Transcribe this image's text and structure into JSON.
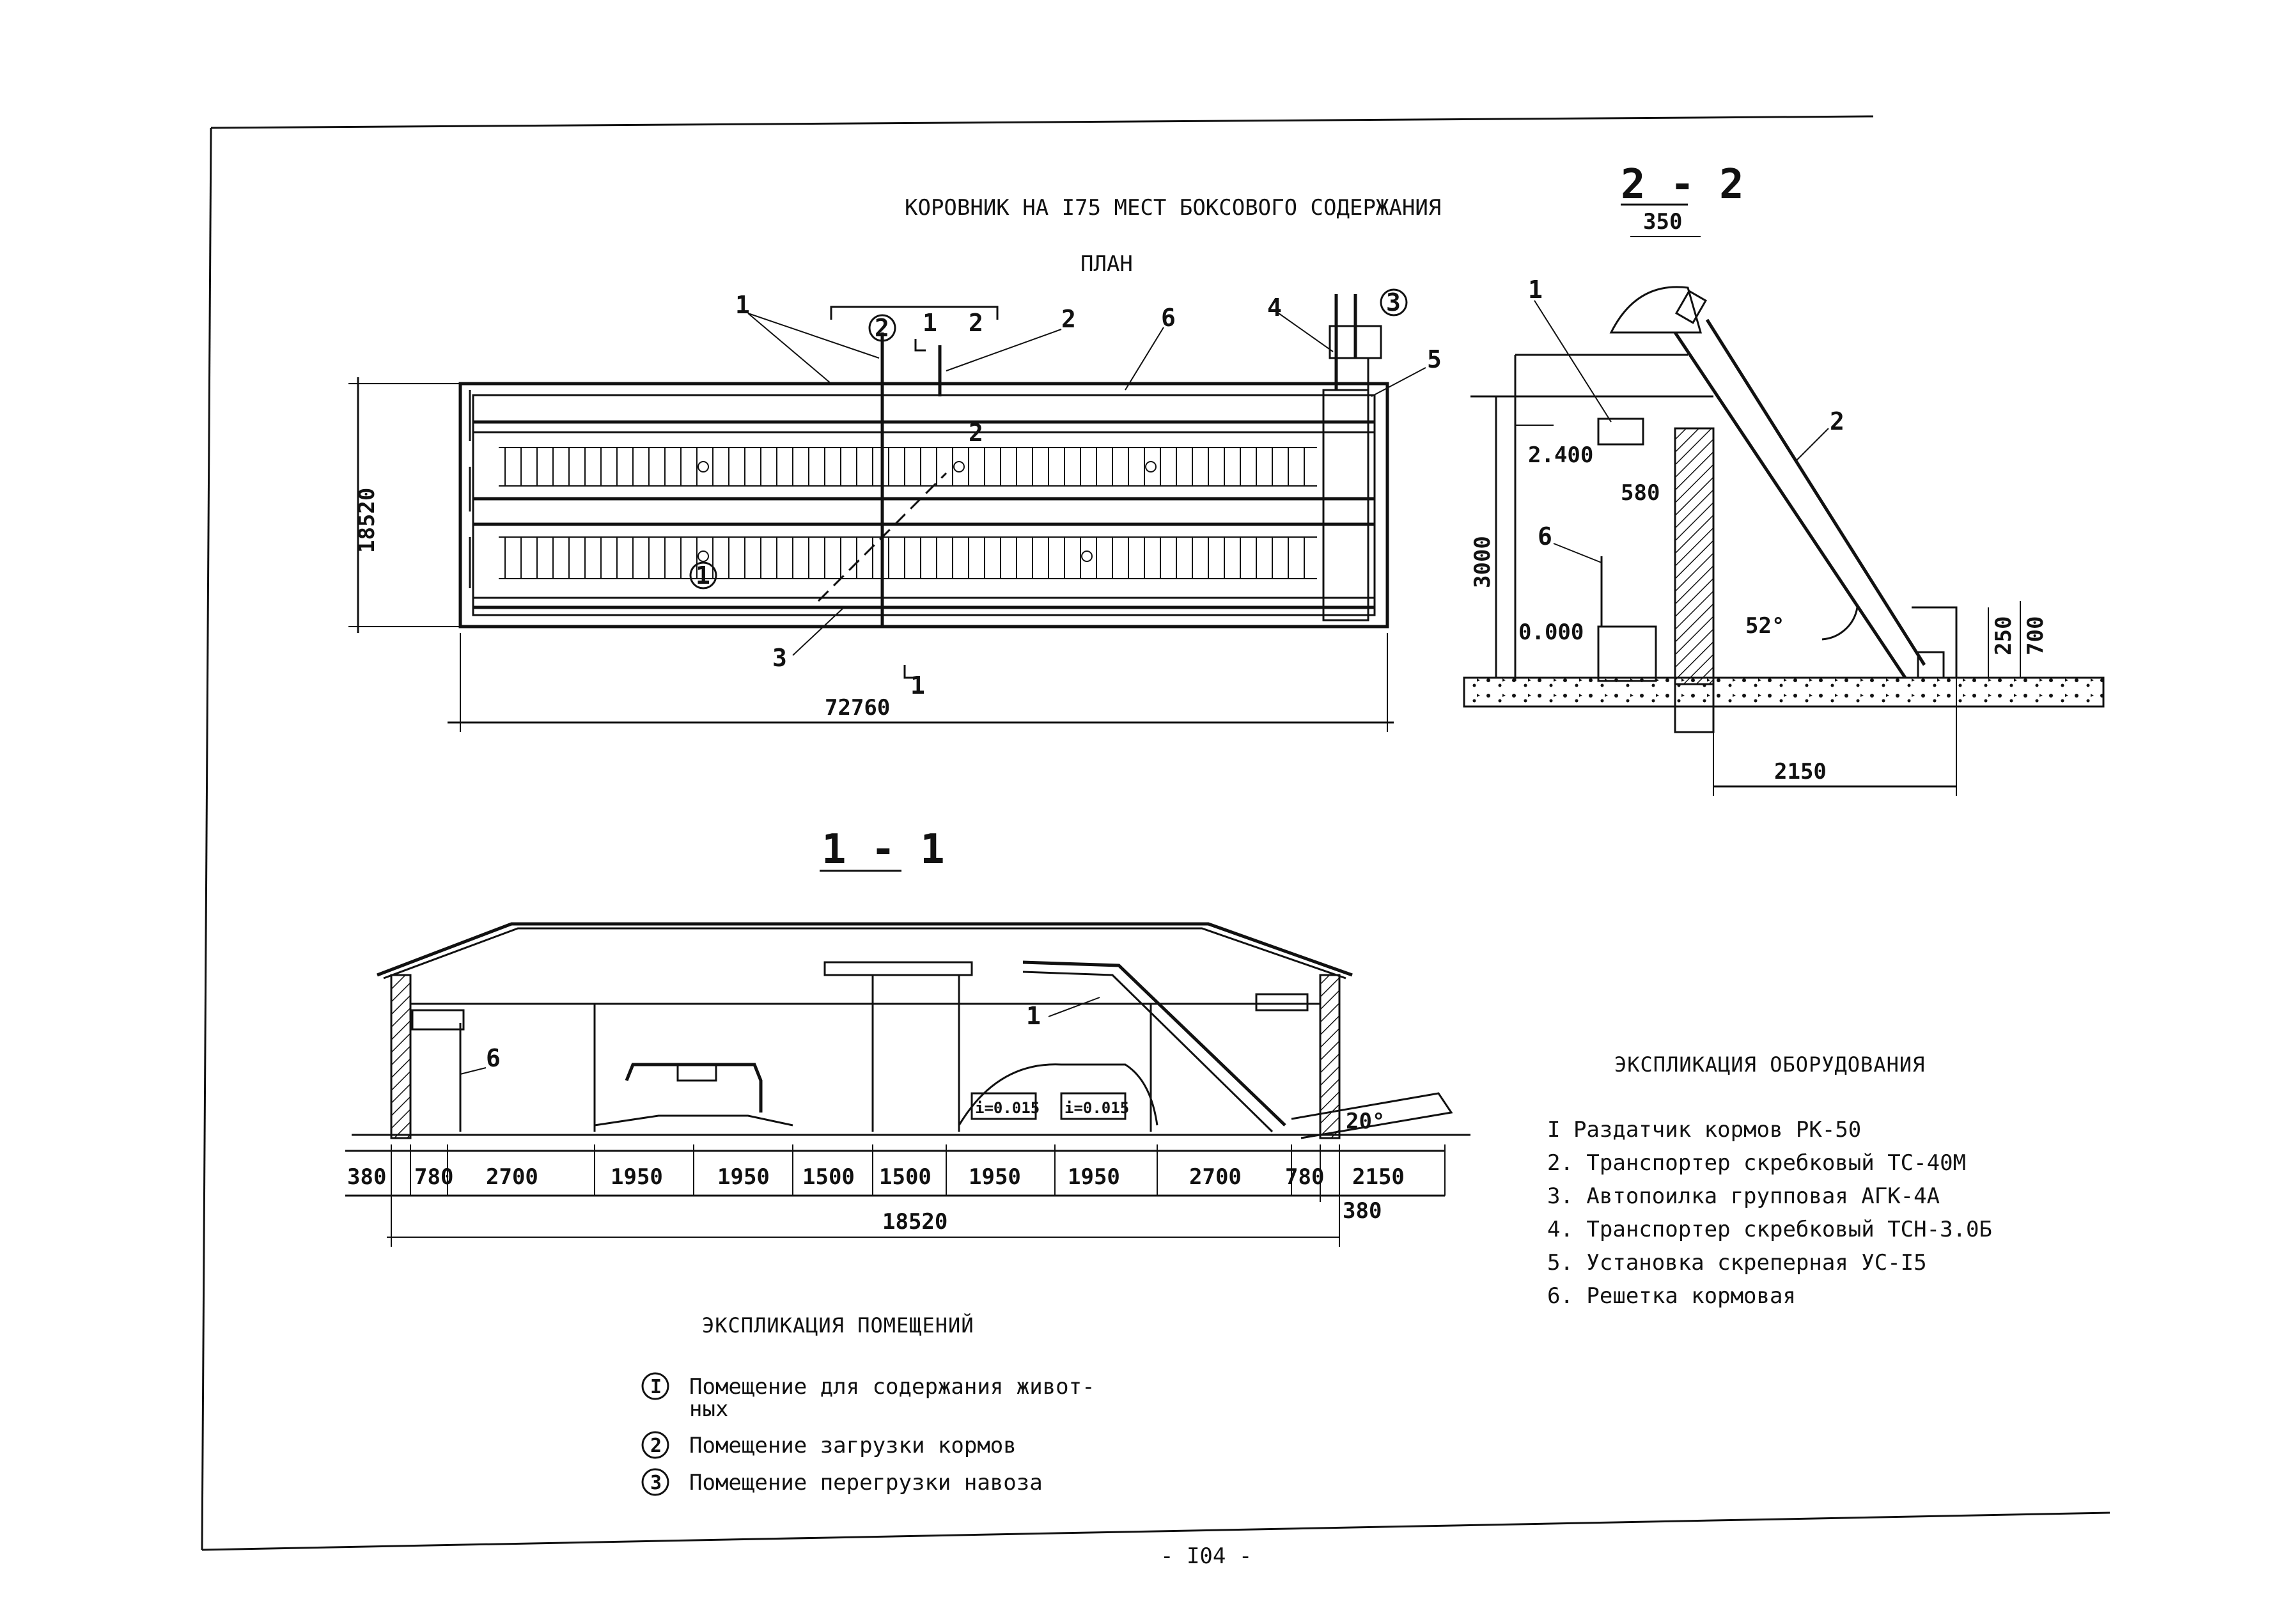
{
  "title": "КОРОВНИК НА I75 МЕСТ БОКСОВОГО СОДЕРЖАНИЯ",
  "plan": {
    "label": "ПЛАН",
    "dim_width": "72760",
    "dim_height": "18520",
    "callouts": [
      "1",
      "2",
      "3",
      "4",
      "5",
      "6"
    ],
    "rooms": [
      "1",
      "2",
      "3"
    ],
    "section_marks": [
      "1",
      "1",
      "2",
      "2"
    ]
  },
  "section_22": {
    "label": "2 - 2",
    "dims": [
      "350",
      "2.400",
      "580",
      "3000",
      "0.000",
      "250",
      "700",
      "2150"
    ],
    "angle": "52°",
    "callouts": [
      "1",
      "2",
      "6"
    ]
  },
  "section_11": {
    "label": "1 - 1",
    "dims": [
      "380",
      "780",
      "2700",
      "1950",
      "1950",
      "1500",
      "1500",
      "1950",
      "1950",
      "2700",
      "780",
      "2150",
      "380"
    ],
    "total": "18520",
    "slopes": [
      "i=0.015",
      "i=0.015"
    ],
    "angle": "20°",
    "callouts": [
      "1",
      "6"
    ]
  },
  "equipment": {
    "heading": "ЭКСПЛИКАЦИЯ ОБОРУДОВАНИЯ",
    "items": [
      "I  Раздатчик кормов РК-50",
      "2. Транспортер скребковый ТС-40М",
      "3. Автопоилка групповая АГК-4А",
      "4. Транспортер скребковый ТСН-3.0Б",
      "5. Установка скреперная УС-I5",
      "6. Решетка кормовая"
    ]
  },
  "rooms_list": {
    "heading": "ЭКСПЛИКАЦИЯ ПОМЕЩЕНИЙ",
    "items": [
      {
        "num": "I",
        "text": "Помещение для содержания живот-",
        "text2": "ных"
      },
      {
        "num": "2",
        "text": "Помещение загрузки кормов",
        "text2": ""
      },
      {
        "num": "3",
        "text": "Помещение перегрузки навоза",
        "text2": ""
      }
    ]
  },
  "page_number": "- I04 -"
}
